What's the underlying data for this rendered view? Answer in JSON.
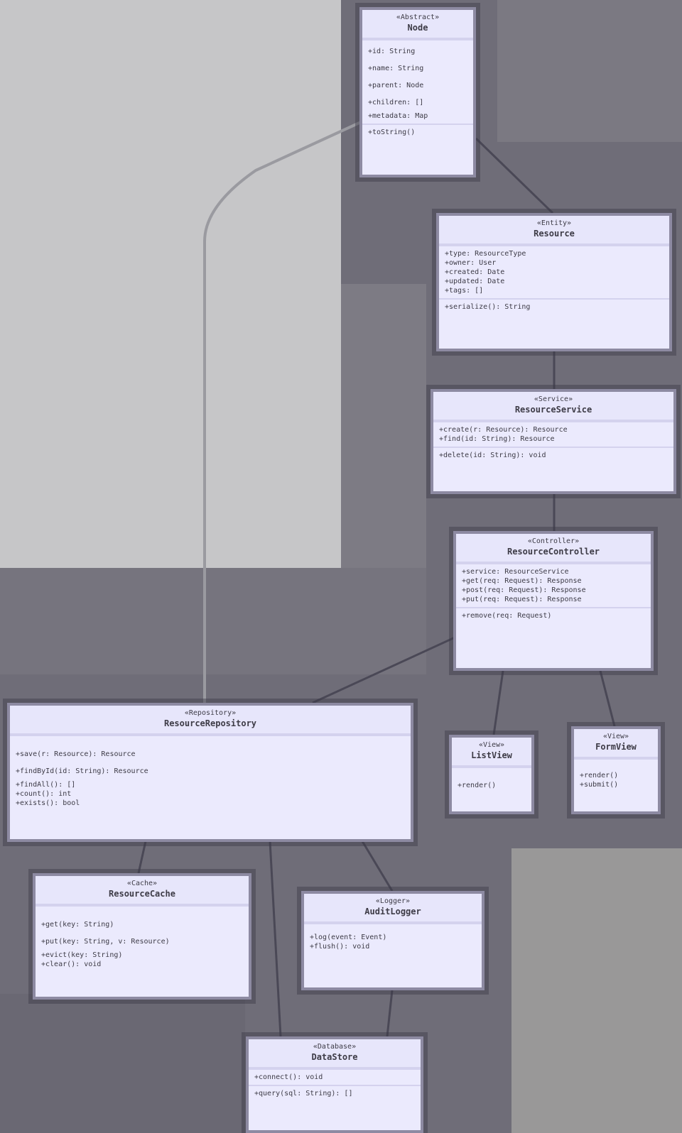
{
  "colors": {
    "node_fill": "#ebeafd",
    "node_border": "#8d8aa2",
    "edge": "#4a4856",
    "edge_light": "#9a9aa0",
    "panel_light": "#c6c6c8",
    "panel_dark": "#6f6d78"
  },
  "nodes": {
    "root": {
      "stereo": "«Abstract»",
      "title": "Node",
      "members": [
        "+id: String",
        "+name: String",
        "+parent: Node",
        "+children: []",
        "+metadata: Map"
      ],
      "methods": [
        "+toString()"
      ]
    },
    "model": {
      "stereo": "«Entity»",
      "title": "Resource",
      "members": [
        "+type: ResourceType",
        "+owner: User",
        "+created: Date",
        "+updated: Date",
        "+tags: []"
      ],
      "methods": [
        "+serialize(): String"
      ]
    },
    "service": {
      "stereo": "«Service»",
      "title": "ResourceService",
      "members": [
        "+create(r: Resource): Resource",
        "+find(id: String): Resource"
      ],
      "methods": [
        "+delete(id: String): void"
      ]
    },
    "controller": {
      "stereo": "«Controller»",
      "title": "ResourceController",
      "members": [
        "+service: ResourceService",
        "+get(req: Request): Response",
        "+post(req: Request): Response",
        "+put(req: Request): Response"
      ],
      "methods": [
        "+remove(req: Request)"
      ]
    },
    "view_a": {
      "stereo": "«View»",
      "title": "ListView",
      "methods": [
        "+render()"
      ]
    },
    "view_b": {
      "stereo": "«View»",
      "title": "FormView",
      "methods": [
        "+render()",
        "+submit()"
      ]
    },
    "repository": {
      "stereo": "«Repository»",
      "title": "ResourceRepository",
      "members": [
        "+save(r: Resource): Resource",
        "+findById(id: String): Resource",
        "+findAll(): []",
        "+count(): int",
        "+exists(): bool"
      ]
    },
    "cache": {
      "stereo": "«Cache»",
      "title": "ResourceCache",
      "members": [
        "+get(key: String)",
        "+put(key: String, v: Resource)",
        "+evict(key: String)",
        "+clear(): void"
      ]
    },
    "audit": {
      "stereo": "«Logger»",
      "title": "AuditLogger",
      "members": [
        "+log(event: Event)",
        "+flush(): void"
      ]
    },
    "store": {
      "stereo": "«Database»",
      "title": "DataStore",
      "members": [
        "+connect(): void"
      ],
      "methods": [
        "+query(sql: String): []"
      ]
    }
  }
}
